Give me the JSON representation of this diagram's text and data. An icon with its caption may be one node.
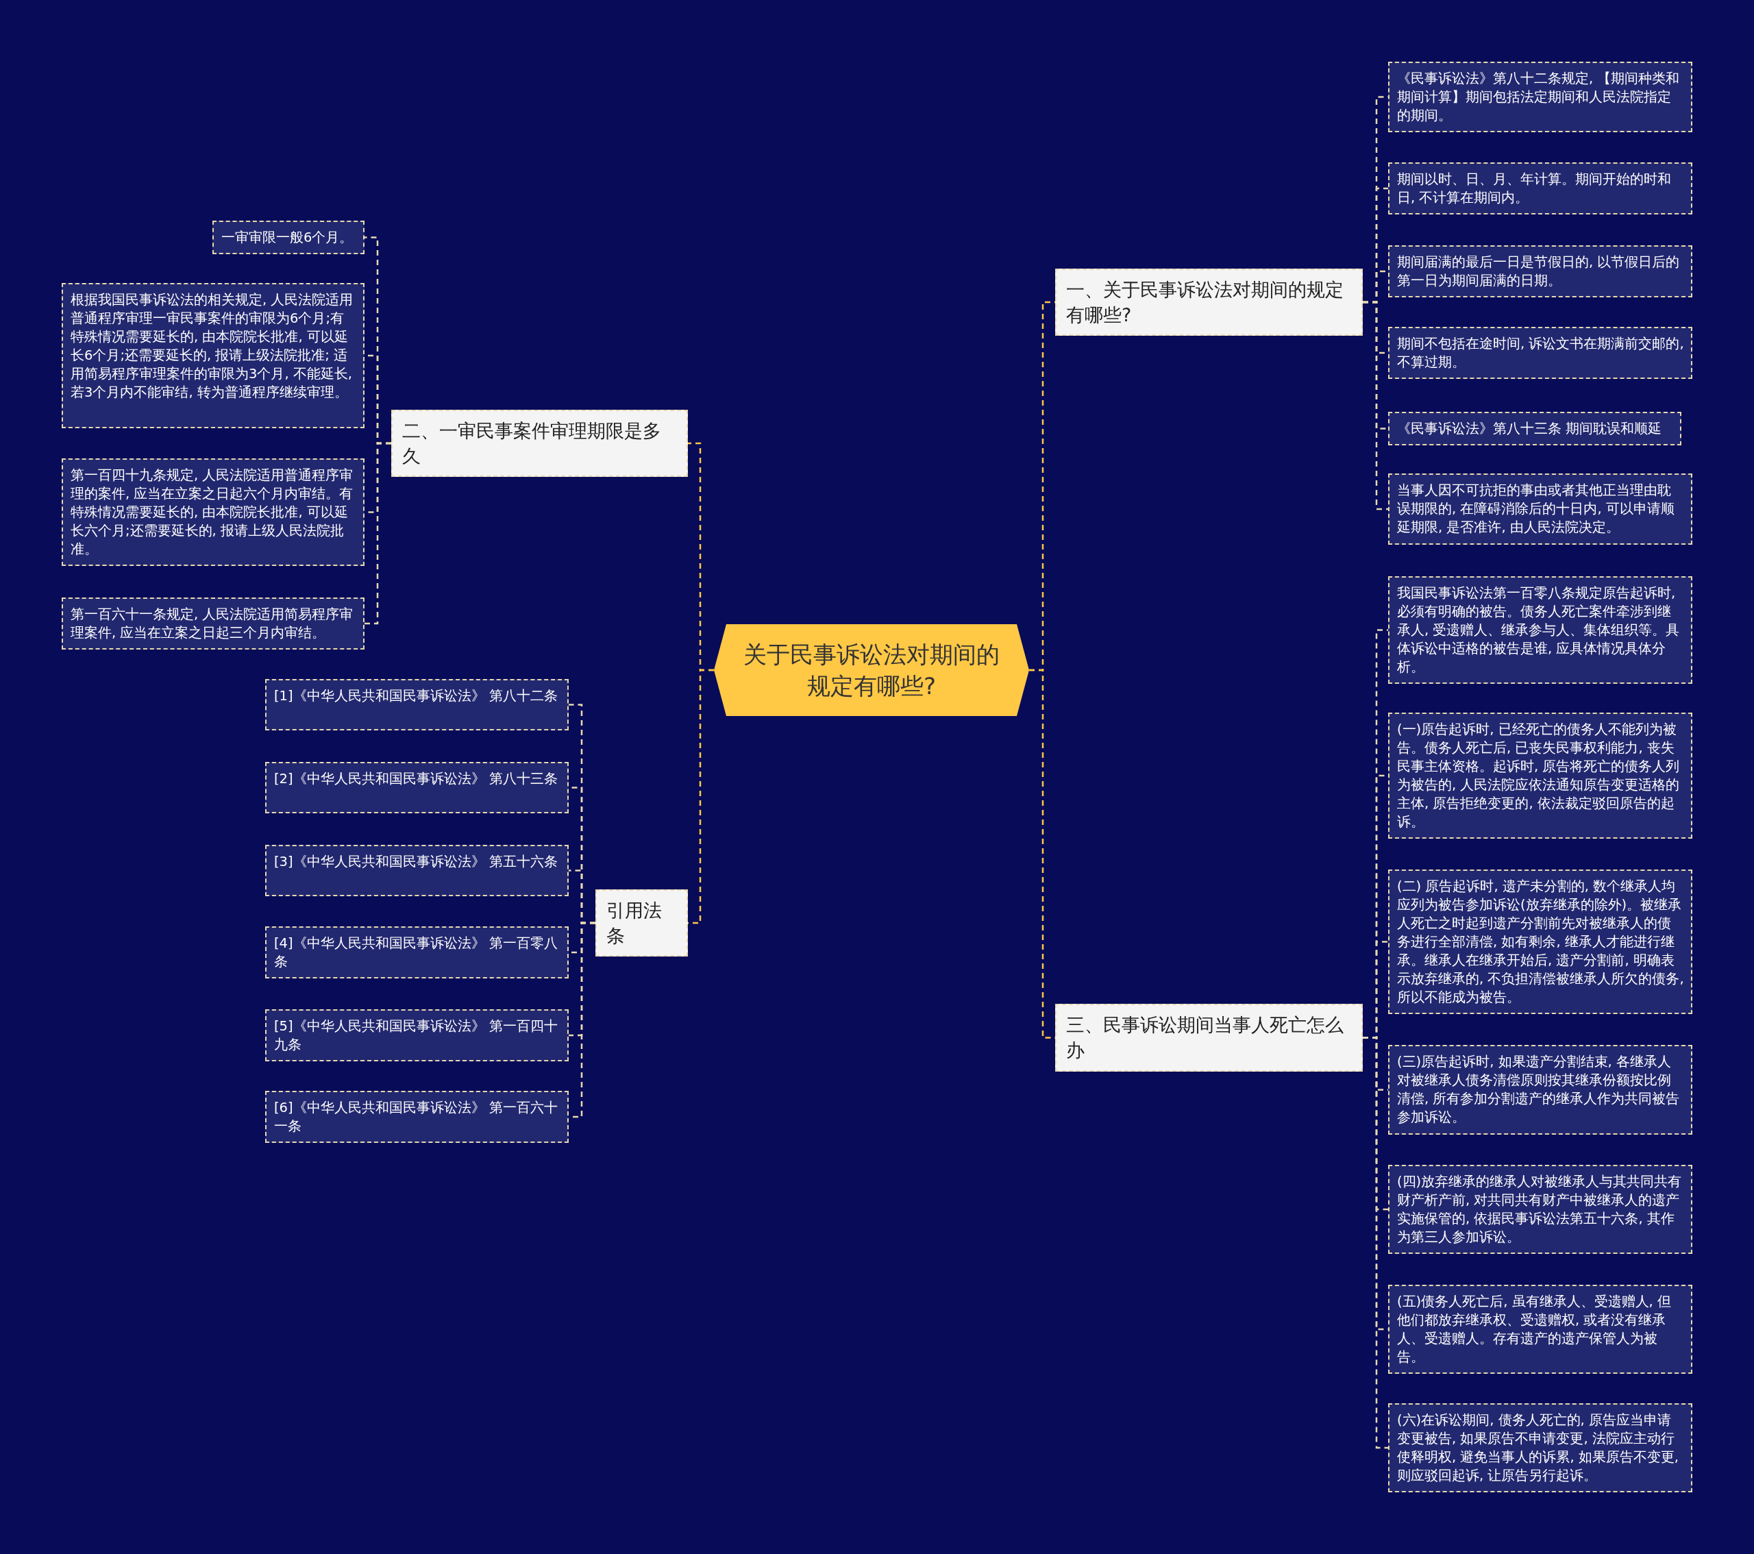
{
  "diagram": {
    "nodes": [
      {
        "text": [
          "关于民事诉讼法对期间的规定有哪些?"
        ]
      },
      {
        "text": [
          "一、关于民事诉讼法对期间的规定有哪些?"
        ]
      },
      {
        "text": [
          "《民事诉讼法》第八十二条规定, 【期间种类和期间计算】期间包括法定期间和人民法院指定的期间。"
        ]
      },
      {
        "text": [
          "期间以时、日、月、年计算。期间开始的时和日, 不计算在期间内。"
        ]
      },
      {
        "text": [
          "期间届满的最后一日是节假日的, 以节假日后的第一日为期间届满的日期。"
        ]
      },
      {
        "text": [
          "期间不包括在途时间, 诉讼文书在期满前交邮的, 不算过期。"
        ]
      },
      {
        "text": [
          "《民事诉讼法》第八十三条 期间耽误和顺延"
        ]
      },
      {
        "text": [
          "当事人因不可抗拒的事由或者其他正当理由耽误期限的, 在障碍消除后的十日内, 可以申请顺延期限, 是否准许, 由人民法院决定。"
        ]
      },
      {
        "text": [
          "二、一审民事案件审理期限是多久"
        ]
      },
      {
        "text": [
          "一审审限一般6个月。"
        ]
      },
      {
        "text": [
          "根据我国民事诉讼法的相关规定, 人民法院适用普通程序审理一审民事案件的审限为6个月;有特殊情况需要延长的, 由本院院长批准, 可以延长6个月;还需要延长的, 报请上级法院批准; 适用简易程序审理案件的审限为3个月, 不能延长, 若3个月内不能审结, 转为普通程序继续审理。"
        ]
      },
      {
        "text": [
          "第一百四十九条规定, 人民法院适用普通程序审理的案件, 应当在立案之日起六个月内审结。有特殊情况需要延长的, 由本院院长批准, 可以延长六个月;还需要延长的, 报请上级人民法院批准。"
        ]
      },
      {
        "text": [
          "第一百六十一条规定, 人民法院适用简易程序审理案件, 应当在立案之日起三个月内审结。"
        ]
      },
      {
        "text": [
          "引用法条"
        ]
      },
      {
        "text": [
          "[1]《中华人民共和国民事诉讼法》 第八十二条"
        ]
      },
      {
        "text": [
          "[2]《中华人民共和国民事诉讼法》 第八十三条"
        ]
      },
      {
        "text": [
          "[3]《中华人民共和国民事诉讼法》 第五十六条"
        ]
      },
      {
        "text": [
          "[4]《中华人民共和国民事诉讼法》 第一百零八条"
        ]
      },
      {
        "text": [
          "[5]《中华人民共和国民事诉讼法》 第一百四十九条"
        ]
      },
      {
        "text": [
          "[6]《中华人民共和国民事诉讼法》 第一百六十一条"
        ]
      },
      {
        "text": [
          "三、民事诉讼期间当事人死亡怎么办"
        ]
      },
      {
        "text": [
          "我国民事诉讼法第一百零八条规定原告起诉时, 必须有明确的被告。债务人死亡案件牵涉到继承人, 受遗赠人、继承参与人、集体组织等。具体诉讼中适格的被告是谁, 应具体情况具体分析。"
        ]
      },
      {
        "text": [
          "(一)原告起诉时, 已经死亡的债务人不能列为被告。债务人死亡后, 已丧失民事权利能力, 丧失民事主体资格。起诉时, 原告将死亡的债务人列为被告的, 人民法院应依法通知原告变更适格的主体, 原告拒绝变更的, 依法裁定驳回原告的起诉。"
        ]
      },
      {
        "text": [
          "(二) 原告起诉时, 遗产未分割的, 数个继承人均应列为被告参加诉讼(放弃继承的除外)。被继承人死亡之时起到遗产分割前先对被继承人的债务进行全部清偿, 如有剩余, 继承人才能进行继承。继承人在继承开始后, 遗产分割前, 明确表示放弃继承的, 不负担清偿被继承人所欠的债务, 所以不能成为被告。"
        ]
      },
      {
        "text": [
          "(三)原告起诉时, 如果遗产分割结束, 各继承人对被继承人债务清偿原则按其继承份额按比例清偿, 所有参加分割遗产的继承人作为共同被告参加诉讼。"
        ]
      },
      {
        "text": [
          "(四)放弃继承的继承人对被继承人与其共同共有财产析产前, 对共同共有财产中被继承人的遗产实施保管的, 依据民事诉讼法第五十六条, 其作为第三人参加诉讼。"
        ]
      },
      {
        "text": [
          "(五)债务人死亡后, 虽有继承人、受遗赠人, 但他们都放弃继承权、受遗赠权, 或者没有继承人、受遗赠人。存有遗产的遗产保管人为被告。"
        ]
      },
      {
        "text": [
          "(六)在诉讼期间, 债务人死亡的, 原告应当申请变更被告, 如果原告不申请变更, 法院应主动行使释明权, 避免当事人的诉累, 如果原告不变更, 则应驳回起诉, 让原告另行起诉。"
        ]
      }
    ],
    "edges": [
      {
        "from": 0,
        "to": 1,
        "arrow": "none",
        "color": "#ffc845"
      },
      {
        "from": 0,
        "to": 8,
        "arrow": "none",
        "color": "#ffc845"
      },
      {
        "from": 0,
        "to": 13,
        "arrow": "none",
        "color": "#ffc845"
      },
      {
        "from": 0,
        "to": 20,
        "arrow": "none",
        "color": "#ffc845"
      },
      {
        "from": 1,
        "to": 2,
        "arrow": "none"
      },
      {
        "from": 1,
        "to": 3,
        "arrow": "none"
      },
      {
        "from": 1,
        "to": 4,
        "arrow": "none"
      },
      {
        "from": 1,
        "to": 5,
        "arrow": "none"
      },
      {
        "from": 1,
        "to": 6,
        "arrow": "none"
      },
      {
        "from": 1,
        "to": 7,
        "arrow": "none"
      },
      {
        "from": 8,
        "to": 9,
        "arrow": "none"
      },
      {
        "from": 8,
        "to": 10,
        "arrow": "none"
      },
      {
        "from": 8,
        "to": 11,
        "arrow": "none"
      },
      {
        "from": 8,
        "to": 12,
        "arrow": "none"
      },
      {
        "from": 13,
        "to": 14,
        "arrow": "none"
      },
      {
        "from": 13,
        "to": 15,
        "arrow": "none"
      },
      {
        "from": 13,
        "to": 16,
        "arrow": "none"
      },
      {
        "from": 13,
        "to": 17,
        "arrow": "none"
      },
      {
        "from": 13,
        "to": 18,
        "arrow": "none"
      },
      {
        "from": 13,
        "to": 19,
        "arrow": "none"
      },
      {
        "from": 20,
        "to": 21,
        "arrow": "none"
      },
      {
        "from": 20,
        "to": 22,
        "arrow": "none"
      },
      {
        "from": 20,
        "to": 23,
        "arrow": "none"
      },
      {
        "from": 20,
        "to": 24,
        "arrow": "none"
      },
      {
        "from": 20,
        "to": 25,
        "arrow": "none"
      },
      {
        "from": 20,
        "to": 26,
        "arrow": "none"
      },
      {
        "from": 20,
        "to": 27,
        "arrow": "none"
      }
    ]
  }
}
